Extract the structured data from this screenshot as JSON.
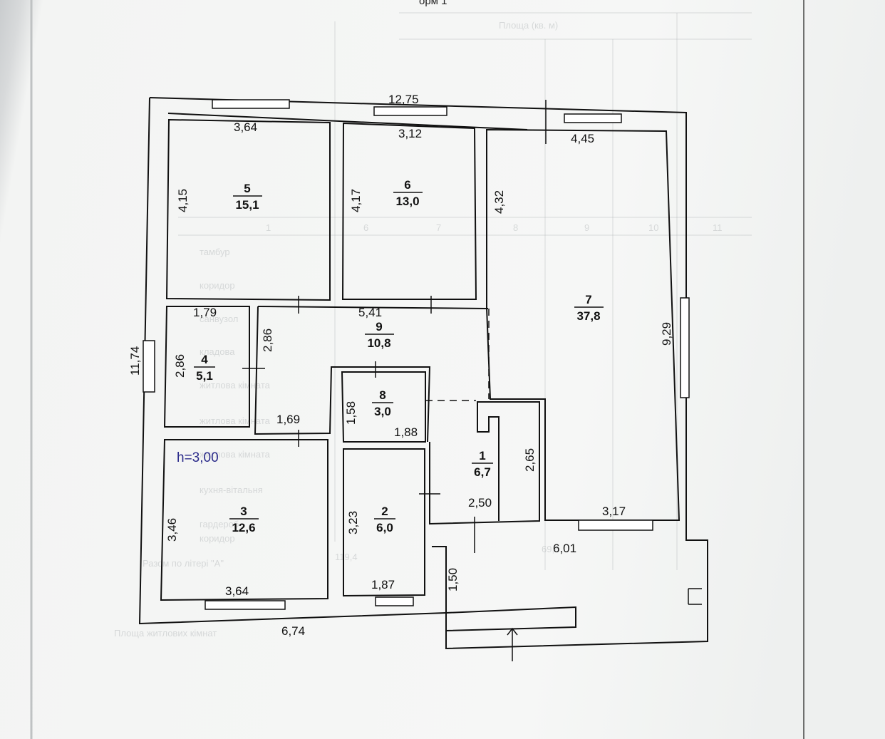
{
  "header": {
    "top_text": "орм 1"
  },
  "plan": {
    "height_label": "h=3,00",
    "rooms": [
      {
        "number": "1",
        "area": "6,7"
      },
      {
        "number": "2",
        "area": "6,0"
      },
      {
        "number": "3",
        "area": "12,6"
      },
      {
        "number": "4",
        "area": "5,1"
      },
      {
        "number": "5",
        "area": "15,1"
      },
      {
        "number": "6",
        "area": "13,0"
      },
      {
        "number": "7",
        "area": "37,8"
      },
      {
        "number": "8",
        "area": "3,0"
      },
      {
        "number": "9",
        "area": "10,8"
      }
    ],
    "dimensions": [
      "12,75",
      "3,64",
      "3,12",
      "4,45",
      "4,15",
      "4,17",
      "4,32",
      "1,79",
      "5,41",
      "2,86",
      "2,86",
      "11,74",
      "1,58",
      "1,88",
      "1,69",
      "2,65",
      "9,29",
      "3,46",
      "3,23",
      "2,50",
      "3,17",
      "6,01",
      "1,50",
      "3,64",
      "1,87",
      "6,74"
    ]
  },
  "background_table": {
    "header": "Площа (кв. м)",
    "col_numbers": [
      "1",
      "6",
      "7",
      "8",
      "9",
      "10",
      "11"
    ],
    "rows": [
      "тамбур",
      "коридор",
      "санвузол",
      "кладова",
      "житлова кімната",
      "житлова кімната",
      "житлова кімната",
      "кухня-вітальня",
      "гардероб",
      "коридор"
    ],
    "totals": [
      "119,4",
      "69,8"
    ],
    "footer_1": "Разом по літері \"А\"",
    "footer_2": "Площа житлових кімнат"
  }
}
